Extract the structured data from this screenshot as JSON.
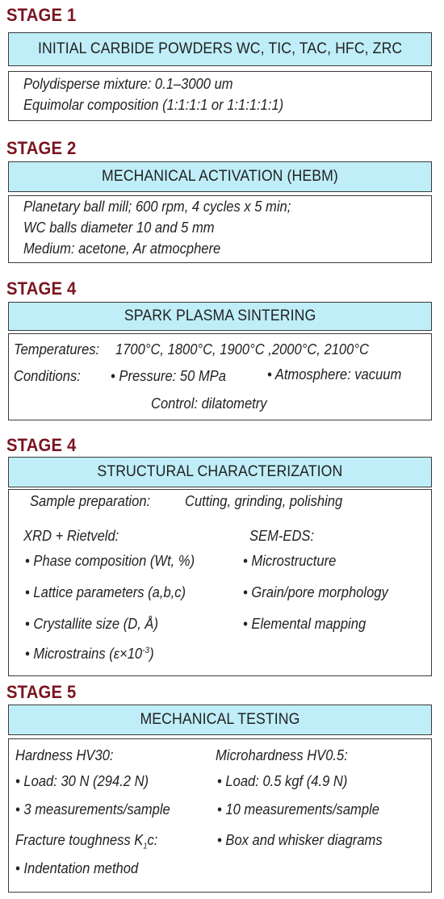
{
  "stages": [
    {
      "title": "STAGE 1",
      "header": "INITIAL CARBIDE POWDERS WC, TIC, TAC, HFC, ZRC",
      "lines": [
        "Polydisperse mixture: 0.1–3000 um",
        "Equimolar composition (1:1:1:1 or 1:1:1:1:1)"
      ]
    },
    {
      "title": "STAGE 2",
      "header": "MECHANICAL ACTIVATION (HEBM)",
      "lines": [
        "Planetary ball mill; 600 rpm, 4 cycles x 5 min;",
        "WC balls diameter 10 and 5 mm",
        "Medium: acetone, Ar atmocphere"
      ]
    },
    {
      "title": "STAGE 4",
      "header": "SPARK PLASMA SINTERING",
      "temperatures_label": "Temperatures:",
      "temperatures_value": "1700°C, 1800°C, 1900°C ,2000°C, 2100°C",
      "conditions_label": "Conditions:",
      "pressure": "• Pressure: 50 MPa",
      "atmosphere": "• Atmosphere: vacuum",
      "control": "Control: dilatometry"
    },
    {
      "title": "STAGE 4",
      "header": "STRUCTURAL CHARACTERIZATION",
      "sample_prep_label": "Sample preparation:",
      "sample_prep_value": "Cutting, grinding, polishing",
      "xrd_title": "XRD + Rietveld:",
      "xrd_items": [
        "• Phase composition (Wt, %)",
        "• Lattice parameters (a,b,c)",
        "• Crystallite size (D, Å)",
        "• Microstrains (ε×10"
      ],
      "microstrain_exp": "-3",
      "microstrain_close": ")",
      "sem_title": "SEM-EDS:",
      "sem_items": [
        "• Microstructure",
        "• Grain/pore morphology",
        "• Elemental mapping"
      ]
    },
    {
      "title": "STAGE 5",
      "header": "MECHANICAL TESTING",
      "hardness_title": "Hardness HV30:",
      "hardness_items": [
        "• Load: 30 N (294.2 N)",
        "• 3 measurements/sample"
      ],
      "toughness_prefix": "Fracture toughness K",
      "toughness_sub": "1",
      "toughness_suffix": "c:",
      "toughness_items": [
        "• Indentation method"
      ],
      "micro_title": "Microhardness HV0.5:",
      "micro_items": [
        "• Load: 0.5 kgf (4.9 N)",
        "• 10 measurements/sample",
        "• Box and whisker diagrams"
      ]
    }
  ]
}
